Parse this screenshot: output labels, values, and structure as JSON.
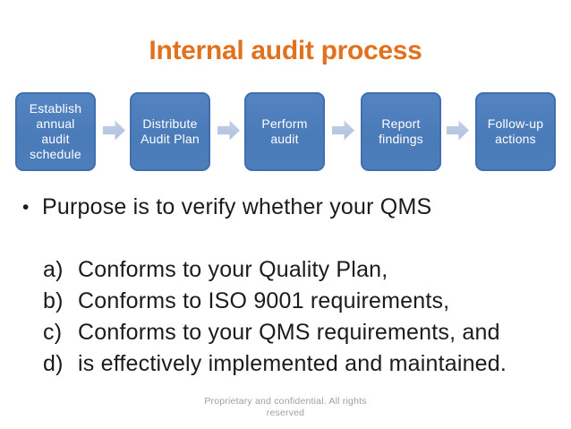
{
  "title": {
    "text": "Internal audit process",
    "color": "#e2711e"
  },
  "process": {
    "box_fill": "#4d7ebc",
    "box_border": "#3f6fad",
    "arrow_color": "#b9c8e2",
    "text_color": "#ffffff",
    "steps": [
      {
        "name": "establish-annual-audit-schedule",
        "lines": [
          "Establish",
          "annual",
          "audit",
          "schedule"
        ]
      },
      {
        "name": "distribute-audit-plan",
        "lines": [
          "Distribute",
          "Audit Plan"
        ]
      },
      {
        "name": "perform-audit",
        "lines": [
          "Perform",
          "audit"
        ]
      },
      {
        "name": "report-findings",
        "lines": [
          "Report",
          "findings"
        ]
      },
      {
        "name": "follow-up-actions",
        "lines": [
          "Follow-up",
          "actions"
        ]
      }
    ]
  },
  "body": {
    "bullet_symbol": "•",
    "purpose": "Purpose is to verify whether your QMS",
    "items": [
      {
        "label": "a)",
        "text": "Conforms to your Quality Plan,"
      },
      {
        "label": "b)",
        "text": "Conforms to ISO 9001 requirements,"
      },
      {
        "label": "c)",
        "text": "Conforms to your QMS requirements, and"
      },
      {
        "label": "d)",
        "text": "is effectively implemented and maintained."
      }
    ]
  },
  "footer": {
    "line1": "Proprietary and confidential. All rights",
    "line2": "reserved"
  }
}
